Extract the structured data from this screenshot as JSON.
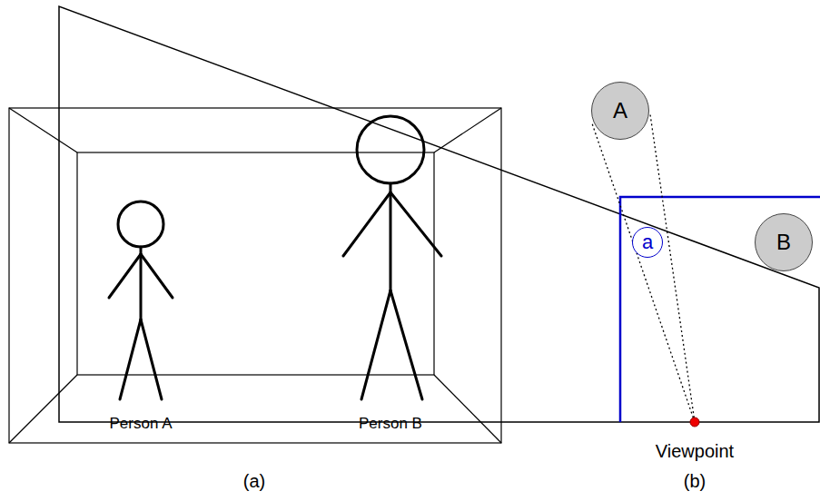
{
  "diagram": {
    "nodes": [
      {
        "text": [
          "A"
        ]
      },
      {
        "text": [
          "a"
        ]
      },
      {
        "text": [
          "B"
        ]
      }
    ],
    "labels": [
      "Person A",
      "Person B",
      "Viewpoint",
      "(a)",
      "(b)"
    ]
  }
}
